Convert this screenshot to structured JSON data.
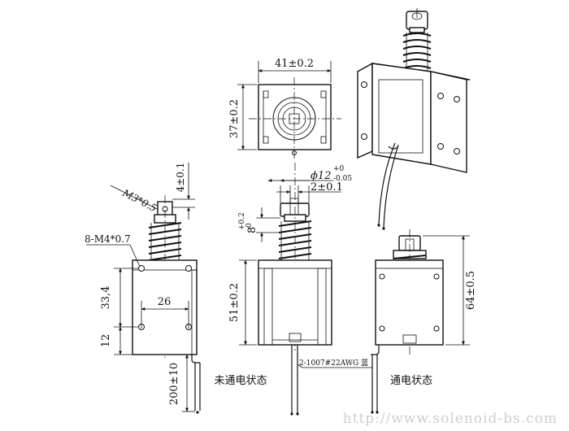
{
  "dimensions": {
    "width": "41±0.2",
    "height": "37±0.2",
    "diameter_prefix": "ϕ12",
    "diameter_upper": "+0",
    "diameter_lower": "-0.05",
    "pin_offset": "2±0.1",
    "screw_note": "M3*0.5",
    "top_len": "4±0.1",
    "mount_holes": "8-M4*0.7",
    "hole_vert": "33,4",
    "hole_horiz": "26",
    "hole_edge": "12",
    "lead_len": "200±10",
    "stroke_main": "8",
    "stroke_upper": "+0.2",
    "stroke_lower": "-0",
    "body_len": "51±0.2",
    "total_len": "64±0.5",
    "wire_spec": "2-1007#22AWG 蓝"
  },
  "labels": {
    "unpowered": "未通电状态",
    "powered": "通电状态"
  },
  "watermark": "http://www.solenoid-bs.com"
}
